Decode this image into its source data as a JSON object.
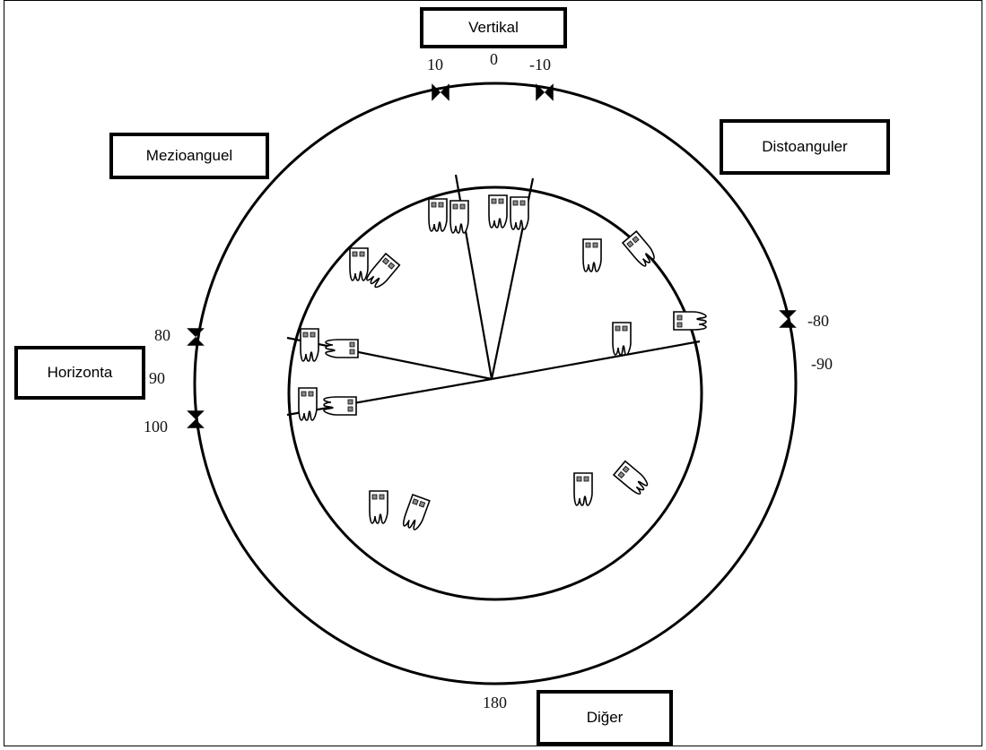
{
  "labels": {
    "vertical": "Vertikal",
    "mesioangular": "Mezioanguel",
    "distoangular": "Distoanguler",
    "horizontal": "Horizonta",
    "other": "Diğer"
  },
  "angles": {
    "a10": "10",
    "a0": "0",
    "a_minus10": "-10",
    "a80": "80",
    "a90": "90",
    "a100": "100",
    "a_minus80": "-80",
    "a_minus90": "-90",
    "a180": "180"
  },
  "colors": {
    "stroke": "#000000",
    "background": "#ffffff"
  }
}
